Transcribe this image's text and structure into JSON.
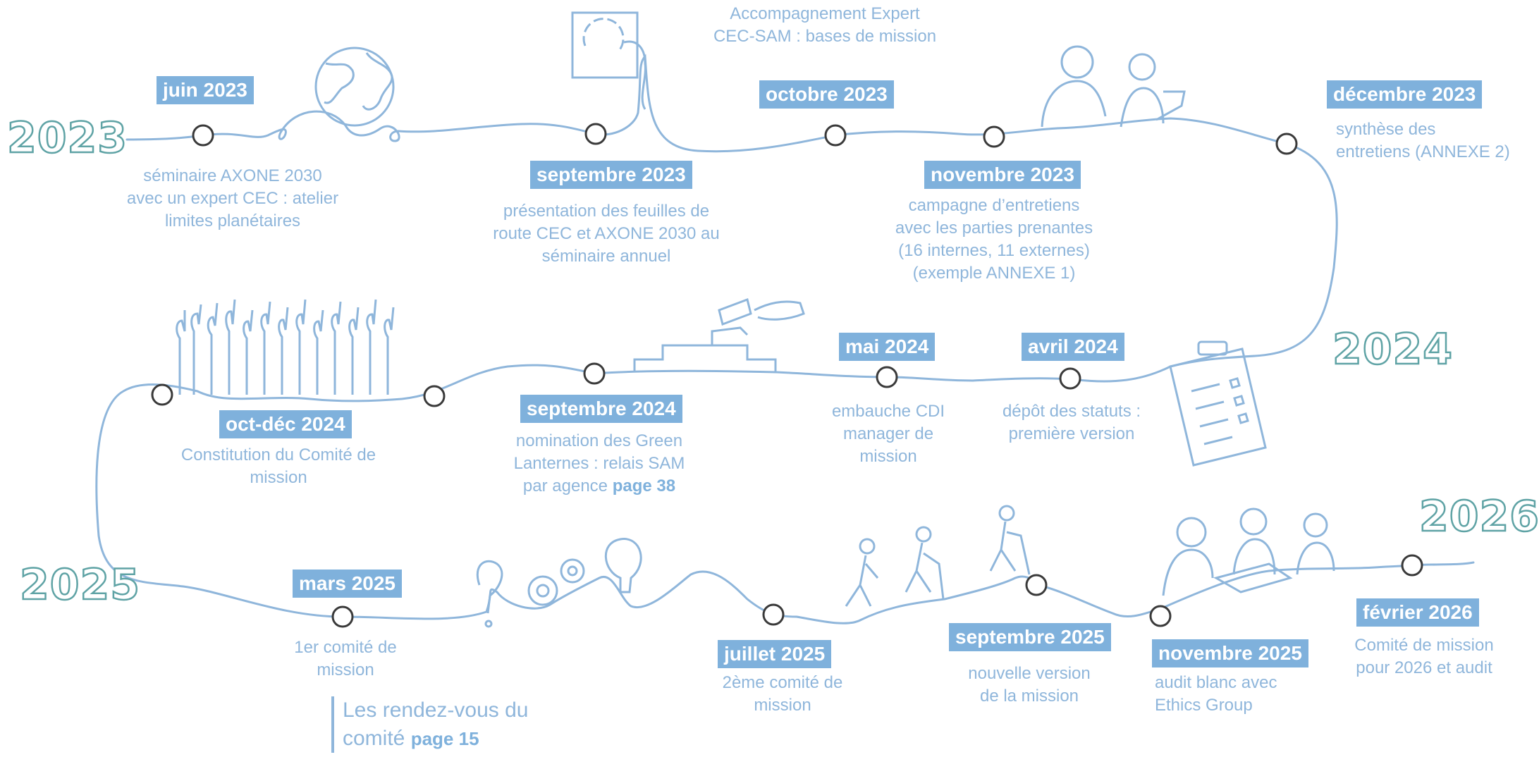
{
  "colors": {
    "line": "#8fb6db",
    "label_bg": "#7fb1dc",
    "text": "#8fb6db",
    "year_outline": "#5fa3a5",
    "node_stroke": "#3a3a3a"
  },
  "years": [
    "2023",
    "2024",
    "2025",
    "2026"
  ],
  "events": [
    {
      "date": "juin 2023",
      "lines": [
        "séminaire AXONE 2030",
        "avec un expert CEC : atelier",
        "limites planétaires"
      ]
    },
    {
      "date": "septembre 2023",
      "lines": [
        "présentation des feuilles de",
        "route CEC et AXONE 2030 au",
        "séminaire annuel"
      ]
    },
    {
      "date": "octobre 2023",
      "lines": [
        "Accompagnement Expert",
        "CEC-SAM : bases de mission"
      ]
    },
    {
      "date": "novembre 2023",
      "lines": [
        "campagne d’entretiens",
        "avec les parties prenantes",
        "(16 internes, 11 externes)",
        "(exemple ANNEXE 1)"
      ]
    },
    {
      "date": "décembre 2023",
      "lines": [
        "synthèse des",
        "entretiens (ANNEXE 2)"
      ]
    },
    {
      "date": "avril 2024",
      "lines": [
        "dépôt des statuts :",
        "première version"
      ]
    },
    {
      "date": "mai 2024",
      "lines": [
        "embauche CDI",
        "manager de",
        "mission"
      ]
    },
    {
      "date": "septembre 2024",
      "lines": [
        "nomination des Green",
        "Lanternes : relais SAM",
        "par agence"
      ],
      "ref": "page 38"
    },
    {
      "date": "oct-déc 2024",
      "lines": [
        "Constitution du Comité de",
        "mission"
      ]
    },
    {
      "date": "mars 2025",
      "lines": [
        "1er comité de",
        "mission"
      ]
    },
    {
      "date": "juillet 2025",
      "lines": [
        "2ème comité de",
        "mission"
      ]
    },
    {
      "date": "septembre 2025",
      "lines": [
        "nouvelle version",
        "de la mission"
      ]
    },
    {
      "date": "novembre  2025",
      "lines": [
        "audit blanc avec",
        "Ethics Group"
      ]
    },
    {
      "date": "février 2026",
      "lines": [
        "Comité de mission",
        "pour 2026 et audit"
      ]
    }
  ],
  "callout": {
    "lines": [
      "Les rendez-vous du",
      "comité"
    ],
    "ref": "page 15"
  },
  "icons": [
    "globe-icon",
    "document-hand-icon",
    "meeting-people-icon",
    "clipboard-checklist-icon",
    "podium-steps-icon",
    "raised-hands-icon",
    "question-gears-bulb-icon",
    "hikers-icon",
    "team-meeting-icon"
  ]
}
